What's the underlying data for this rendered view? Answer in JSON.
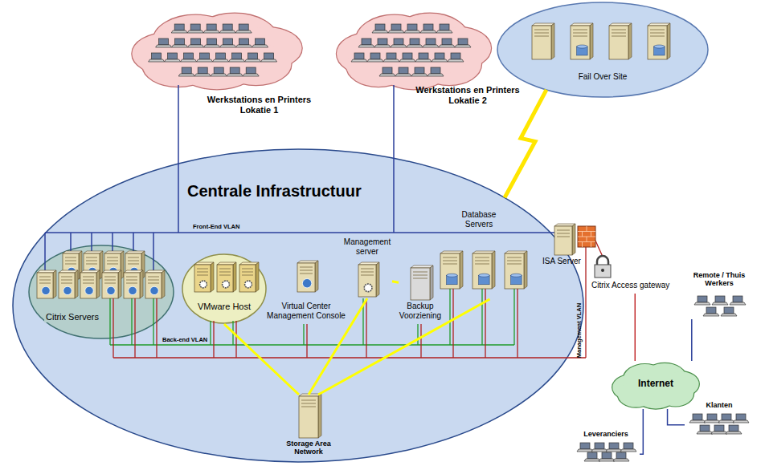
{
  "diagram": {
    "nodes": [
      {
        "text": [
          "Werkstations en Printers Lokatie 1"
        ]
      },
      {
        "text": [
          "Werkstations en Printers Lokatie 2"
        ]
      },
      {
        "text": [
          "Fail Over Site"
        ]
      },
      {
        "text": [
          "Centrale Infrastructuur"
        ]
      },
      {
        "text": [
          "Citrix Servers"
        ],
        "in": 3
      },
      {
        "text": [
          "VMware Host"
        ],
        "in": 3
      },
      {
        "text": [
          "Virtual Center Management Console"
        ],
        "in": 3
      },
      {
        "text": [
          "Management server"
        ],
        "in": 3
      },
      {
        "text": [
          "Backup Voorziening"
        ],
        "in": 3
      },
      {
        "text": [
          "Database Servers"
        ],
        "in": 3
      },
      {
        "text": [
          "ISA Server"
        ],
        "in": 3
      },
      {
        "text": [
          "Citrix Access gateway"
        ],
        "in": 3
      },
      {
        "text": [
          "Storage Area Network"
        ],
        "in": 3
      },
      {
        "text": [
          "Remote / Thuis Werkers"
        ]
      },
      {
        "text": [
          "Internet"
        ]
      },
      {
        "text": [
          "Leveranciers"
        ]
      },
      {
        "text": [
          "Klanten"
        ]
      }
    ],
    "edges": [
      {
        "from": 2,
        "to": 3,
        "arrow": "none"
      },
      {
        "from": 12,
        "to": 5,
        "arrow": "none"
      },
      {
        "from": 12,
        "to": 7,
        "arrow": "none"
      },
      {
        "from": 12,
        "to": 9,
        "arrow": "none"
      },
      {
        "from": 7,
        "to": 8,
        "arrow": "none"
      },
      {
        "from": 11,
        "to": 14,
        "arrow": "none"
      },
      {
        "from": 14,
        "to": 13,
        "arrow": "none"
      },
      {
        "from": 14,
        "to": 15,
        "arrow": "none"
      },
      {
        "from": 14,
        "to": 16,
        "arrow": "none"
      }
    ],
    "labels": [
      "Front-End VLAN",
      "Back-end VLAN",
      "Management VLAN"
    ]
  }
}
